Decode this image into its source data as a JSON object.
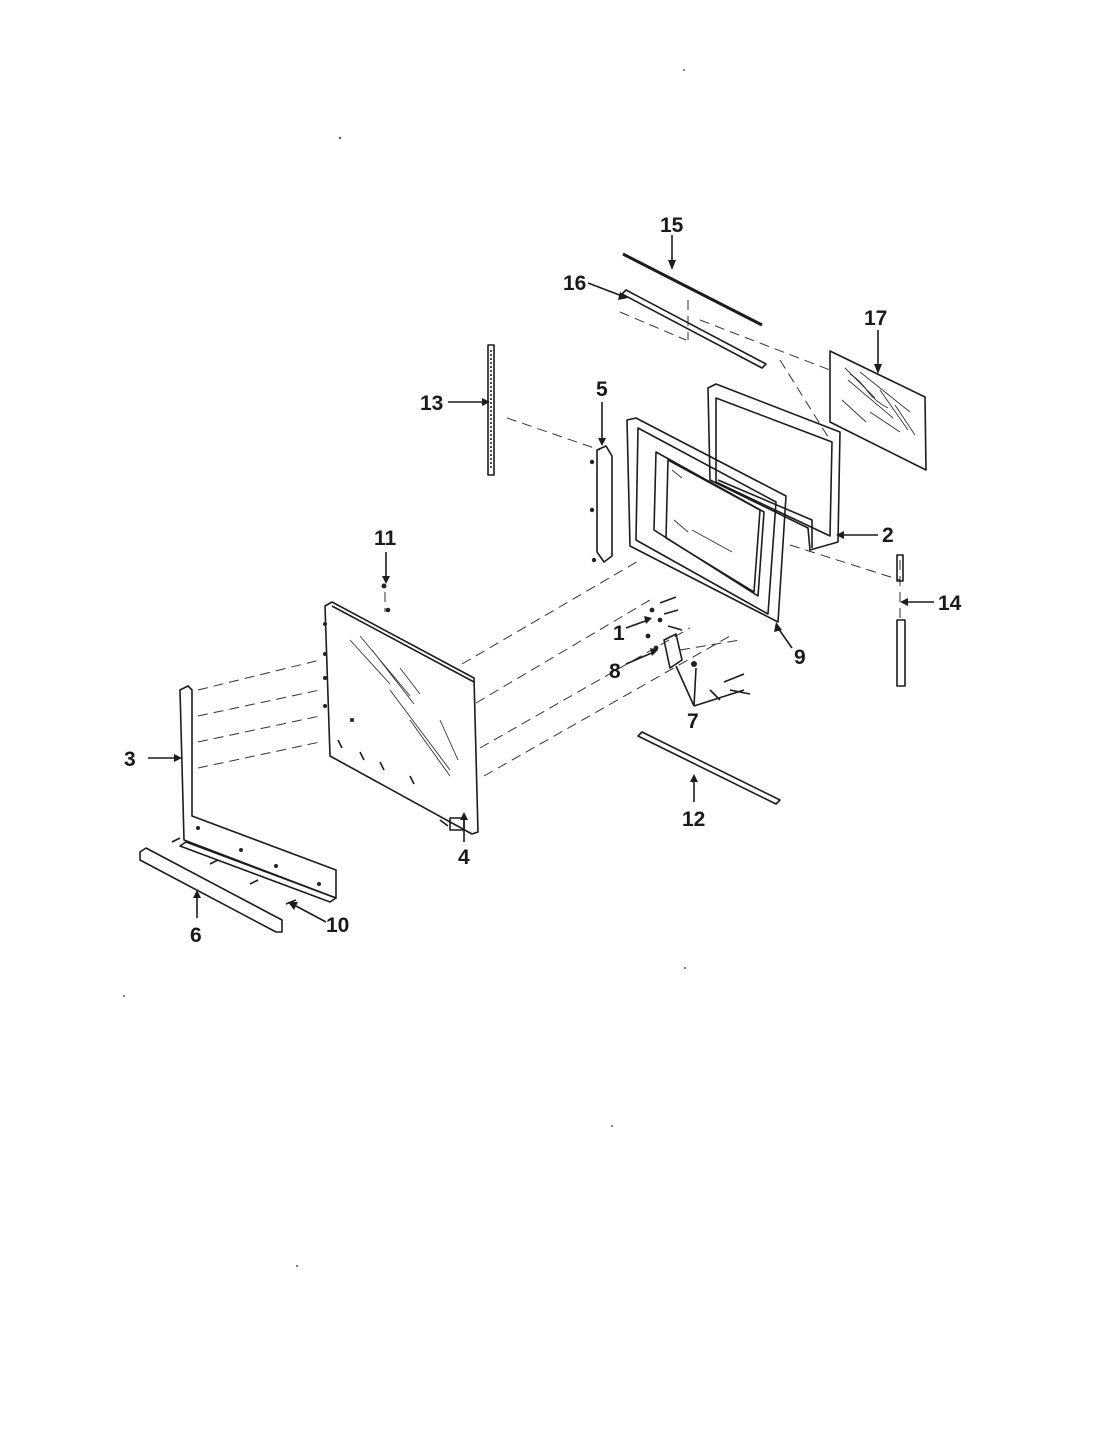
{
  "diagram": {
    "type": "exploded-parts-view",
    "callouts": [
      {
        "id": "c15",
        "label": "15"
      },
      {
        "id": "c16",
        "label": "16"
      },
      {
        "id": "c17",
        "label": "17"
      },
      {
        "id": "c13",
        "label": "13"
      },
      {
        "id": "c5",
        "label": "5"
      },
      {
        "id": "c2",
        "label": "2"
      },
      {
        "id": "c11",
        "label": "11"
      },
      {
        "id": "c14",
        "label": "14"
      },
      {
        "id": "c1",
        "label": "1"
      },
      {
        "id": "c9",
        "label": "9"
      },
      {
        "id": "c8",
        "label": "8"
      },
      {
        "id": "c3",
        "label": "3"
      },
      {
        "id": "c7",
        "label": "7"
      },
      {
        "id": "c12",
        "label": "12"
      },
      {
        "id": "c4",
        "label": "4"
      },
      {
        "id": "c6",
        "label": "6"
      },
      {
        "id": "c10",
        "label": "10"
      }
    ]
  }
}
